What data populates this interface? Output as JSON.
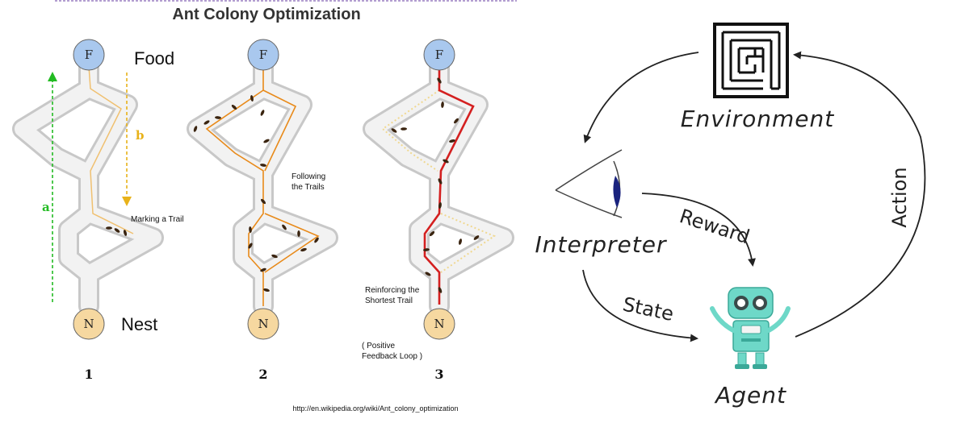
{
  "aco": {
    "title": "Ant Colony Optimization",
    "food_label": "Food",
    "nest_label": "Nest",
    "food_node": "F",
    "nest_node": "N",
    "arrow_a": "a",
    "arrow_b": "b",
    "marking_note": "Marking a Trail",
    "following_note_1": "Following",
    "following_note_2": "the Trails",
    "reinforcing_note_1": "Reinforcing the",
    "reinforcing_note_2": "Shortest Trail",
    "feedback_note_1": "( Positive",
    "feedback_note_2": "Feedback Loop )",
    "panel_numbers": [
      "1",
      "2",
      "3"
    ],
    "source_url": "http://en.wikipedia.org/wiki/Ant_colony_optimization",
    "colors": {
      "food": "#a9c8ee",
      "nest": "#f6d8a0",
      "arrow_a": "#22bb22",
      "arrow_b": "#e8b21a",
      "trail": "#e88a1a",
      "shortest": "#d42020"
    }
  },
  "rl": {
    "environment": "Environment",
    "interpreter": "Interpreter",
    "agent": "Agent",
    "reward": "Reward",
    "state": "State",
    "action": "Action",
    "icons": [
      "maze-icon",
      "eye-icon",
      "robot-icon"
    ],
    "colors": {
      "robot": "#6ed8c8",
      "eye_iris": "#1a237e"
    }
  }
}
